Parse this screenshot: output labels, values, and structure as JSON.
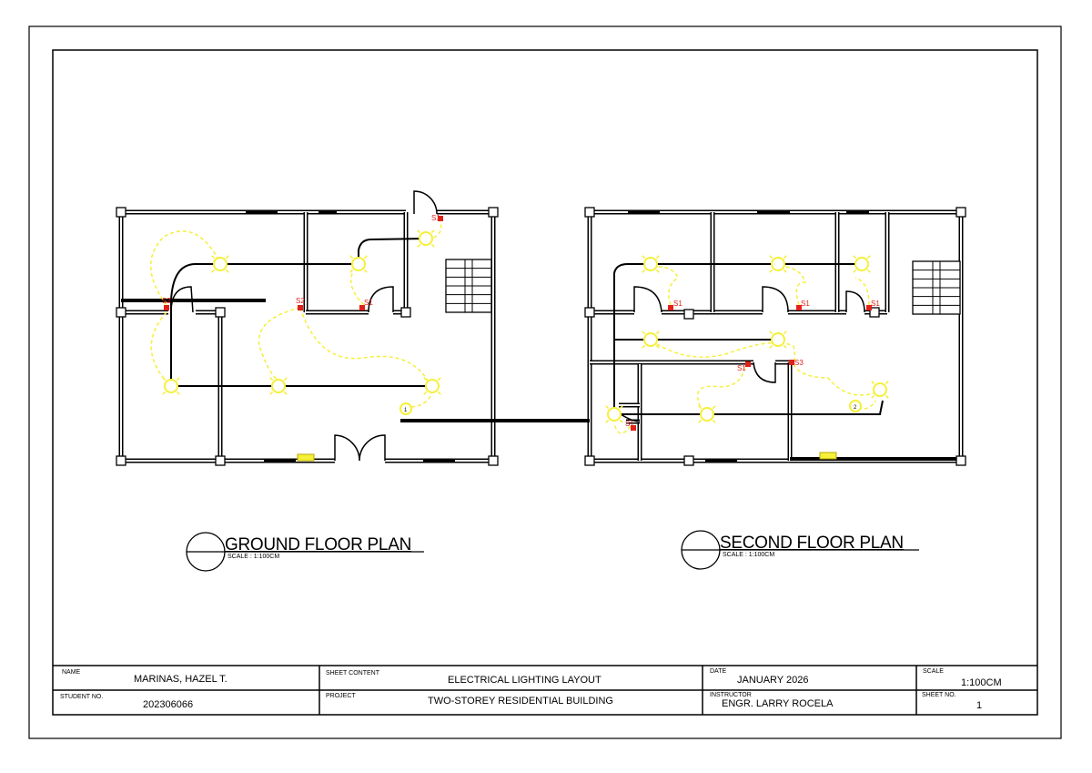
{
  "plans": [
    {
      "title": "GROUND FLOOR PLAN",
      "scale": "SCALE : 1:100CM",
      "switch_labels": [
        "S2",
        "S2",
        "S1",
        "S1"
      ],
      "receptacle_label": "1"
    },
    {
      "title": "SECOND FLOOR PLAN",
      "scale": "SCALE : 1:100CM",
      "switch_labels": [
        "S1",
        "S1",
        "S1",
        "S1",
        "S3",
        "S1"
      ],
      "receptacle_label": "2"
    }
  ],
  "title_block": {
    "name_label": "NAME",
    "name": "MARINAS, HAZEL T.",
    "student_no_label": "STUDENT NO.",
    "student_no": "202306066",
    "sheet_content_label": "SHEET CONTENT",
    "sheet_content": "ELECTRICAL LIGHTING LAYOUT",
    "project_label": "PROJECT",
    "project": "TWO-STOREY RESIDENTIAL BUILDING",
    "date_label": "DATE",
    "date": "JANUARY 2026",
    "instructor_label": "INSTRUCTOR",
    "instructor": "ENGR. LARRY ROCELA",
    "scale_label": "SCALE",
    "scale": "1:100CM",
    "sheet_no_label": "SHEET NO.",
    "sheet_no": "1"
  },
  "colors": {
    "wiring": "#000000",
    "lighting_circuit": "#f5f03a",
    "switch": "#e0201a",
    "fixture": "#f5f03a"
  }
}
